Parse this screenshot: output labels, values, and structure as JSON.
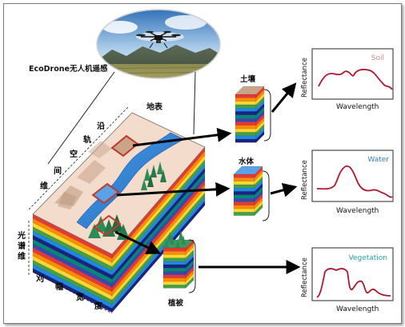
{
  "drone_label": "EcoDrone无人机遥感",
  "ground_label": "地表",
  "axis_labels": {
    "along_track": [
      "沿",
      "轨",
      "空",
      "间",
      "维"
    ],
    "spectral": [
      "光",
      "谱",
      "维"
    ],
    "cross_track": [
      "刈",
      "幅",
      "宽",
      "度"
    ]
  },
  "cube_labels": {
    "soil": "土壤",
    "water": "水体",
    "vegetation": "植被"
  },
  "charts": [
    {
      "id": "soil",
      "title": "Soil",
      "title_color": "#c88f8f",
      "ylabel": "Reflectance",
      "xlabel": "Wavelength"
    },
    {
      "id": "water",
      "title": "Water",
      "title_color": "#3a7fc4",
      "ylabel": "Reflectance",
      "xlabel": "Wavelength"
    },
    {
      "id": "vegetation",
      "title": "Vegetation",
      "title_color": "#2aa39b",
      "ylabel": "Reflectance",
      "xlabel": "Wavelength"
    }
  ],
  "colors": {
    "curve": "#b0172d",
    "river": "#2f7fd3",
    "ground": "#f1d9c8",
    "vegetation": "#2e8b57",
    "layers": [
      "#e53935",
      "#ff8c00",
      "#fdd835",
      "#43a047",
      "#1e88e5",
      "#1a237e",
      "#00897b",
      "#3949ab"
    ]
  }
}
